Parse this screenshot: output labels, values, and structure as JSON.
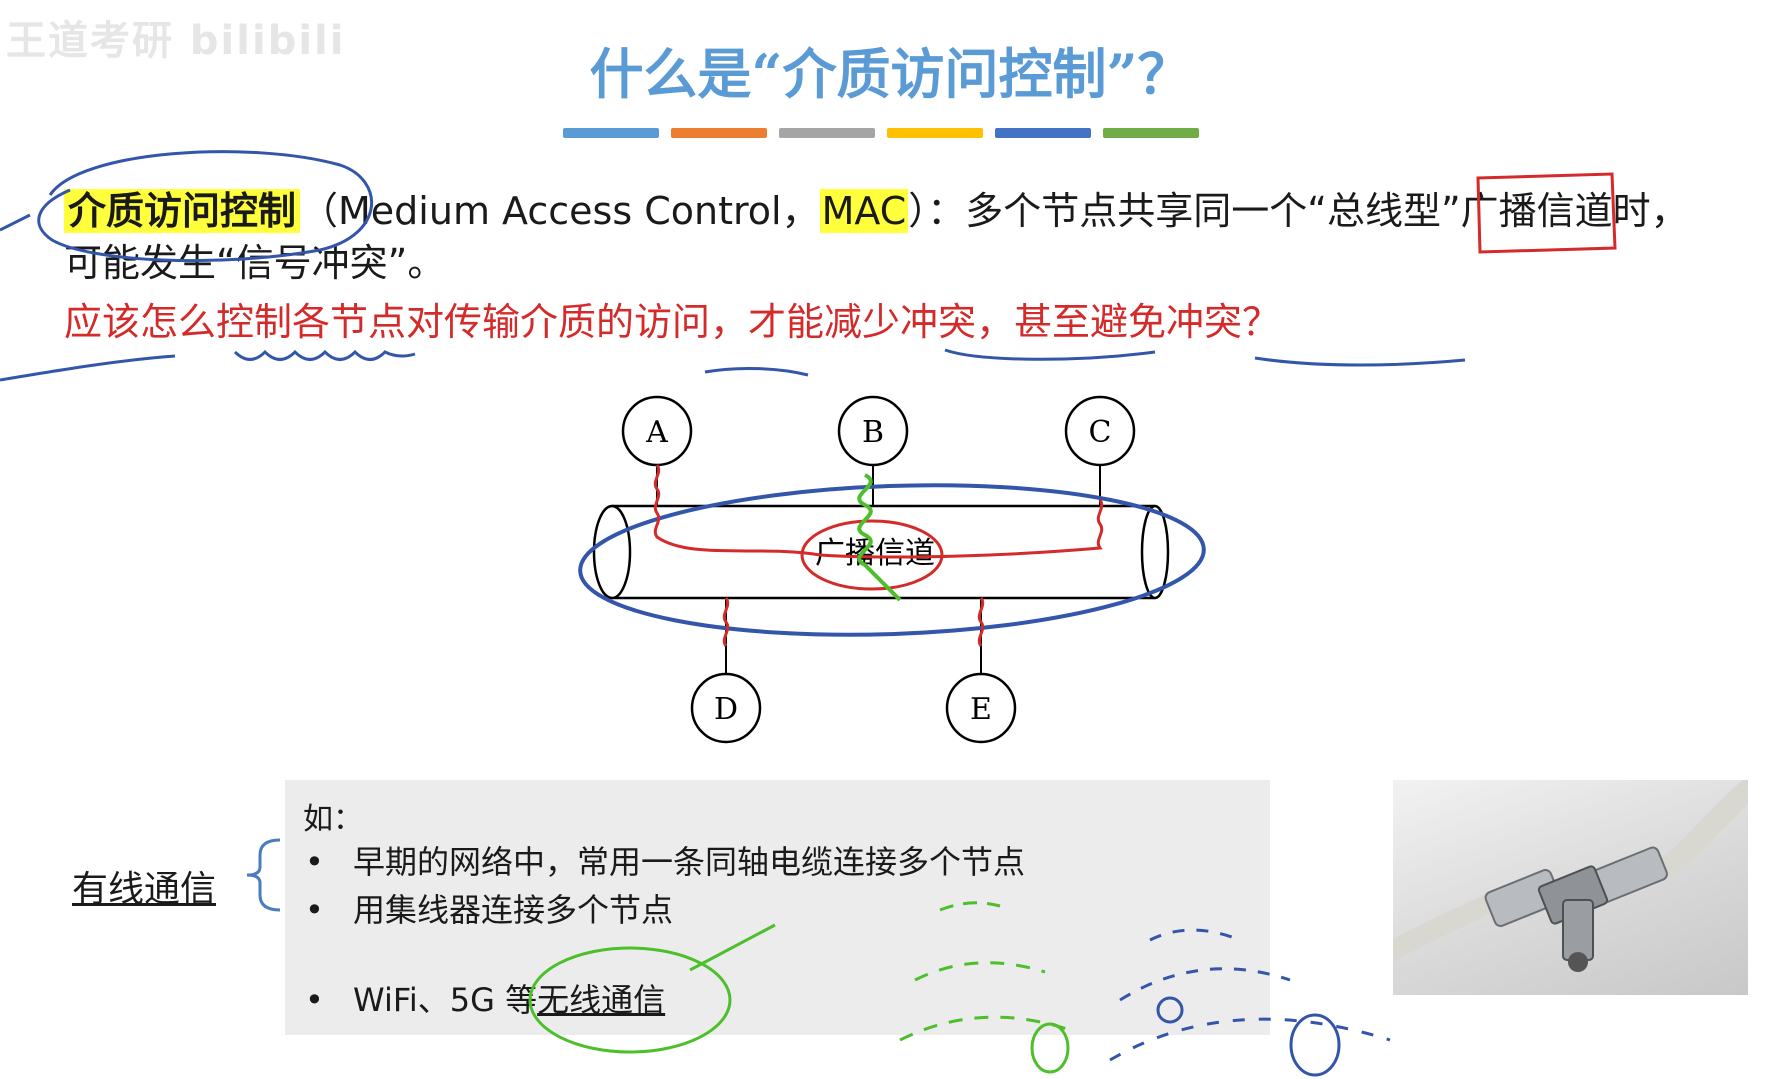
{
  "watermark": "王道考研 bilibili",
  "title": "什么是“介质访问控制”？",
  "colors": {
    "accent_bars": [
      "#5b9bd5",
      "#ed7d31",
      "#a5a5a5",
      "#ffc000",
      "#4472c4",
      "#70ad47"
    ],
    "highlight": "#ffff3c",
    "question_red": "#d42a2a",
    "pen_blue": "#3355aa",
    "pen_red": "#d42a2a",
    "pen_green": "#4cbf2a"
  },
  "definition": {
    "term": "介质访问控制",
    "paren_open": "（Medium Access Control，",
    "abbr": "MAC",
    "paren_close": "）：多个节点共享同一个“",
    "bus_word": "总线型",
    "rest": "”广播信道时，可能发生“信号冲突”。"
  },
  "question": "应该怎么控制各节点对传输介质的访问，才能减少冲突，甚至避免冲突？",
  "diagram": {
    "nodes": [
      "A",
      "B",
      "C",
      "D",
      "E"
    ],
    "channel_label": "广播信道"
  },
  "examples": {
    "lead": "如：",
    "bullet": "•",
    "items": [
      "早期的网络中，常用一条同轴电缆连接多个节点",
      "用集线器连接多个节点"
    ],
    "wireless_prefix": "WiFi、5G 等",
    "wireless_word": "无线通信"
  },
  "wired_label": "有线通信",
  "photo": {
    "icon": "coaxial-t-connector-icon"
  }
}
